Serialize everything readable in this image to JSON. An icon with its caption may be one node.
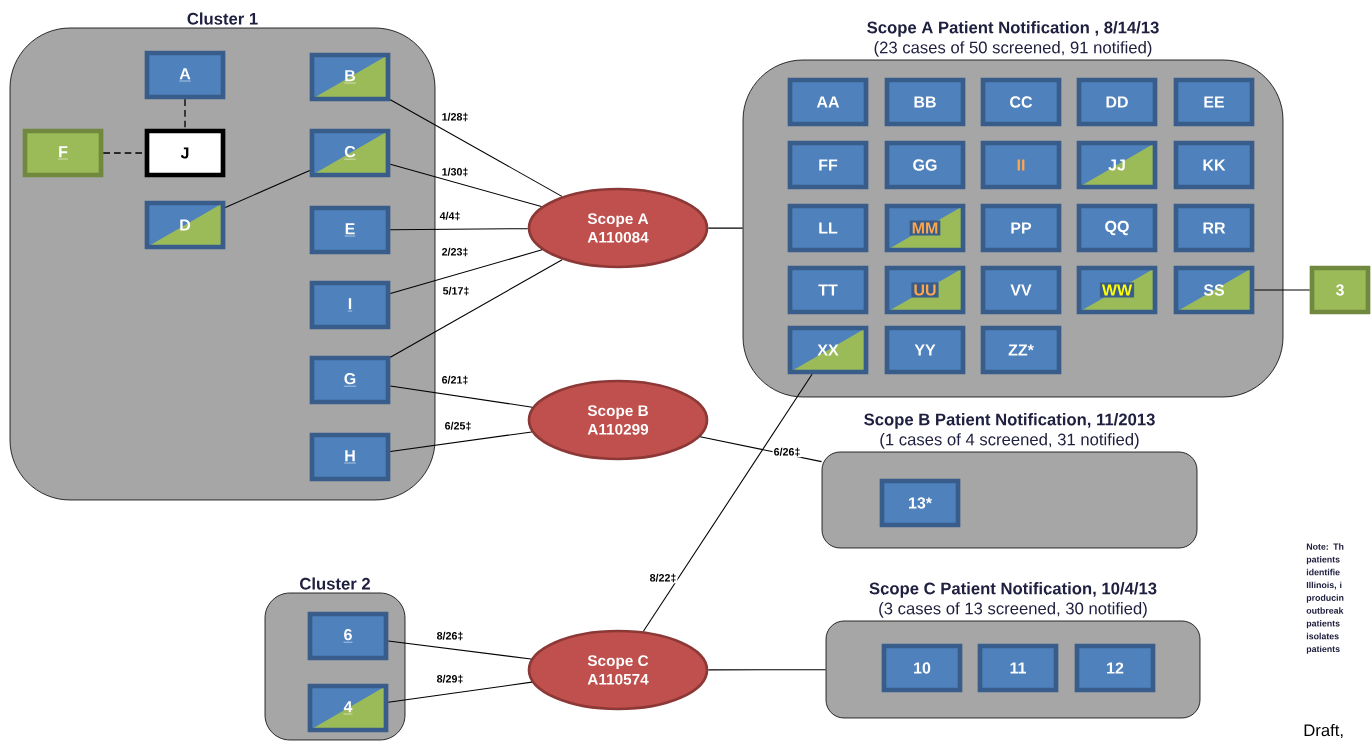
{
  "diagram": {
    "nodes": [
      {
        "text": [
          "Cluster 1"
        ]
      },
      {
        "text": [
          "A"
        ],
        "in": 0
      },
      {
        "text": [
          "B"
        ],
        "in": 0
      },
      {
        "text": [
          "F"
        ],
        "in": 0
      },
      {
        "text": [
          "J"
        ],
        "in": 0
      },
      {
        "text": [
          "C"
        ],
        "in": 0
      },
      {
        "text": [
          "D"
        ],
        "in": 0
      },
      {
        "text": [
          "E"
        ],
        "in": 0
      },
      {
        "text": [
          "I"
        ],
        "in": 0
      },
      {
        "text": [
          "G"
        ],
        "in": 0
      },
      {
        "text": [
          "H"
        ],
        "in": 0
      },
      {
        "text": [
          "Scope A",
          "A110084"
        ]
      },
      {
        "text": [
          "Scope B",
          "A110299"
        ]
      },
      {
        "text": [
          "Scope C",
          "A110574"
        ]
      },
      {
        "text": [
          "Scope A Patient Notification , 8/14/13",
          "(23 cases of 50 screened, 91 notified)"
        ]
      },
      {
        "text": [
          "AA"
        ],
        "in": 14
      },
      {
        "text": [
          "BB"
        ],
        "in": 14
      },
      {
        "text": [
          "CC"
        ],
        "in": 14
      },
      {
        "text": [
          "DD"
        ],
        "in": 14
      },
      {
        "text": [
          "EE"
        ],
        "in": 14
      },
      {
        "text": [
          "FF"
        ],
        "in": 14
      },
      {
        "text": [
          "GG"
        ],
        "in": 14
      },
      {
        "text": [
          "II"
        ],
        "in": 14
      },
      {
        "text": [
          "JJ"
        ],
        "in": 14
      },
      {
        "text": [
          "KK"
        ],
        "in": 14
      },
      {
        "text": [
          "LL"
        ],
        "in": 14
      },
      {
        "text": [
          "MM"
        ],
        "in": 14
      },
      {
        "text": [
          "PP"
        ],
        "in": 14
      },
      {
        "text": [
          "QQ"
        ],
        "in": 14
      },
      {
        "text": [
          "RR"
        ],
        "in": 14
      },
      {
        "text": [
          "TT"
        ],
        "in": 14
      },
      {
        "text": [
          "UU"
        ],
        "in": 14
      },
      {
        "text": [
          "VV"
        ],
        "in": 14
      },
      {
        "text": [
          "WW"
        ],
        "in": 14
      },
      {
        "text": [
          "SS"
        ],
        "in": 14
      },
      {
        "text": [
          "XX"
        ],
        "in": 14
      },
      {
        "text": [
          "YY"
        ],
        "in": 14
      },
      {
        "text": [
          "ZZ*"
        ],
        "in": 14
      },
      {
        "text": [
          "3"
        ]
      },
      {
        "text": [
          "Scope B Patient Notification, 11/2013",
          "(1 cases of 4 screened, 31 notified)"
        ]
      },
      {
        "text": [
          "13*"
        ],
        "in": 39
      },
      {
        "text": [
          "Cluster 2"
        ]
      },
      {
        "text": [
          "6"
        ],
        "in": 41
      },
      {
        "text": [
          "4"
        ],
        "in": 41
      },
      {
        "text": [
          "Scope C Patient Notification, 10/4/13",
          "(3 cases of 13 screened, 30 notified)"
        ]
      },
      {
        "text": [
          "10"
        ],
        "in": 44
      },
      {
        "text": [
          "11"
        ],
        "in": 44
      },
      {
        "text": [
          "12"
        ],
        "in": 44
      }
    ],
    "edges": [
      {
        "from": 1,
        "to": 4,
        "arrow": "none",
        "style": "dashed"
      },
      {
        "from": 3,
        "to": 4,
        "arrow": "none",
        "style": "dashed"
      },
      {
        "from": 6,
        "to": 5,
        "arrow": "none"
      },
      {
        "from": 2,
        "to": 11,
        "arrow": "none",
        "label": "1/28‡"
      },
      {
        "from": 5,
        "to": 11,
        "arrow": "none",
        "label": "1/30‡"
      },
      {
        "from": 7,
        "to": 11,
        "arrow": "none",
        "label": "4/4‡"
      },
      {
        "from": 8,
        "to": 11,
        "arrow": "none",
        "label": "2/23‡"
      },
      {
        "from": 9,
        "to": 11,
        "arrow": "none",
        "label": "5/17‡"
      },
      {
        "from": 9,
        "to": 12,
        "arrow": "none",
        "label": "6/21‡"
      },
      {
        "from": 10,
        "to": 12,
        "arrow": "none",
        "label": "6/25‡"
      },
      {
        "from": 11,
        "to": 14,
        "arrow": "none"
      },
      {
        "from": 34,
        "to": 38,
        "arrow": "none"
      },
      {
        "from": 12,
        "to": 39,
        "arrow": "none",
        "label": "6/26‡"
      },
      {
        "from": 13,
        "to": 35,
        "arrow": "none",
        "label": "8/22‡"
      },
      {
        "from": 42,
        "to": 13,
        "arrow": "none",
        "label": "8/26‡"
      },
      {
        "from": 43,
        "to": 13,
        "arrow": "none",
        "label": "8/29‡"
      },
      {
        "from": 13,
        "to": 44,
        "arrow": "none"
      }
    ],
    "labels": [
      "Note: Th patients identifie Illinois, i producin outbreak patients isolates patients",
      "Draft,"
    ]
  }
}
